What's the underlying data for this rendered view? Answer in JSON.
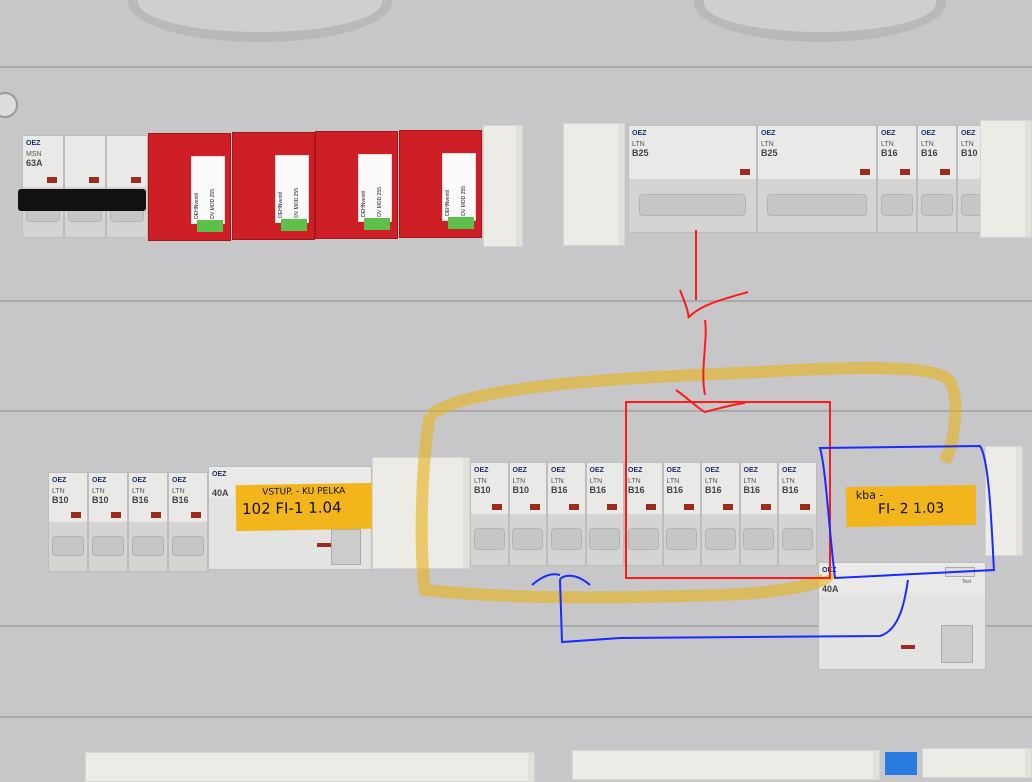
{
  "top_left": {
    "main_switch": {
      "brand": "OEZ",
      "type": "MSN",
      "rating": "63A"
    },
    "surge_arresters": [
      {
        "brand": "DEHNventil",
        "model": "DV MOD 255"
      },
      {
        "brand": "DEHNventil",
        "model": "DV MOD 255"
      },
      {
        "brand": "DEHNventil",
        "model": "DV MOD 255"
      },
      {
        "brand": "DEHNventil",
        "model": "DV MOD 255"
      }
    ]
  },
  "top_right": {
    "breakers": [
      {
        "brand": "OEZ",
        "type": "LTN",
        "rating": "B25",
        "poles": 3
      },
      {
        "brand": "OEZ",
        "type": "LTN",
        "rating": "B25",
        "poles": 3
      },
      {
        "brand": "OEZ",
        "type": "LTN",
        "rating": "B16",
        "poles": 1
      },
      {
        "brand": "OEZ",
        "type": "LTN",
        "rating": "B16",
        "poles": 1
      },
      {
        "brand": "OEZ",
        "type": "LTN",
        "rating": "B10",
        "poles": 1
      }
    ]
  },
  "bottom_left": {
    "breakers": [
      {
        "brand": "OEZ",
        "type": "LTN",
        "rating": "B10"
      },
      {
        "brand": "OEZ",
        "type": "LTN",
        "rating": "B10"
      },
      {
        "brand": "OEZ",
        "type": "LTN",
        "rating": "B16"
      },
      {
        "brand": "OEZ",
        "type": "LTN",
        "rating": "B16"
      }
    ],
    "rcd": {
      "brand": "OEZ",
      "rating": "40A"
    },
    "tape": {
      "line1": "VSTUP. - KU PELKA",
      "line2": "102 FI-1 1.04"
    }
  },
  "bottom_right": {
    "breakers": [
      {
        "brand": "OEZ",
        "type": "LTN",
        "rating": "B10"
      },
      {
        "brand": "OEZ",
        "type": "LTN",
        "rating": "B10"
      },
      {
        "brand": "OEZ",
        "type": "LTN",
        "rating": "B16"
      },
      {
        "brand": "OEZ",
        "type": "LTN",
        "rating": "B16"
      },
      {
        "brand": "OEZ",
        "type": "LTN",
        "rating": "B16"
      },
      {
        "brand": "OEZ",
        "type": "LTN",
        "rating": "B16"
      },
      {
        "brand": "OEZ",
        "type": "LTN",
        "rating": "B16"
      },
      {
        "brand": "OEZ",
        "type": "LTN",
        "rating": "B16"
      },
      {
        "brand": "OEZ",
        "type": "LTN",
        "rating": "B16"
      }
    ],
    "rcd": {
      "brand": "OEZ",
      "rating": "40A",
      "test_label": "Test"
    },
    "tape": {
      "line1": "kba -",
      "line2": "FI- 2 1.03"
    }
  },
  "annotation_colors": {
    "highlight": "#e8b21a",
    "red": "#ff1a1a",
    "blue": "#1a2bff"
  }
}
